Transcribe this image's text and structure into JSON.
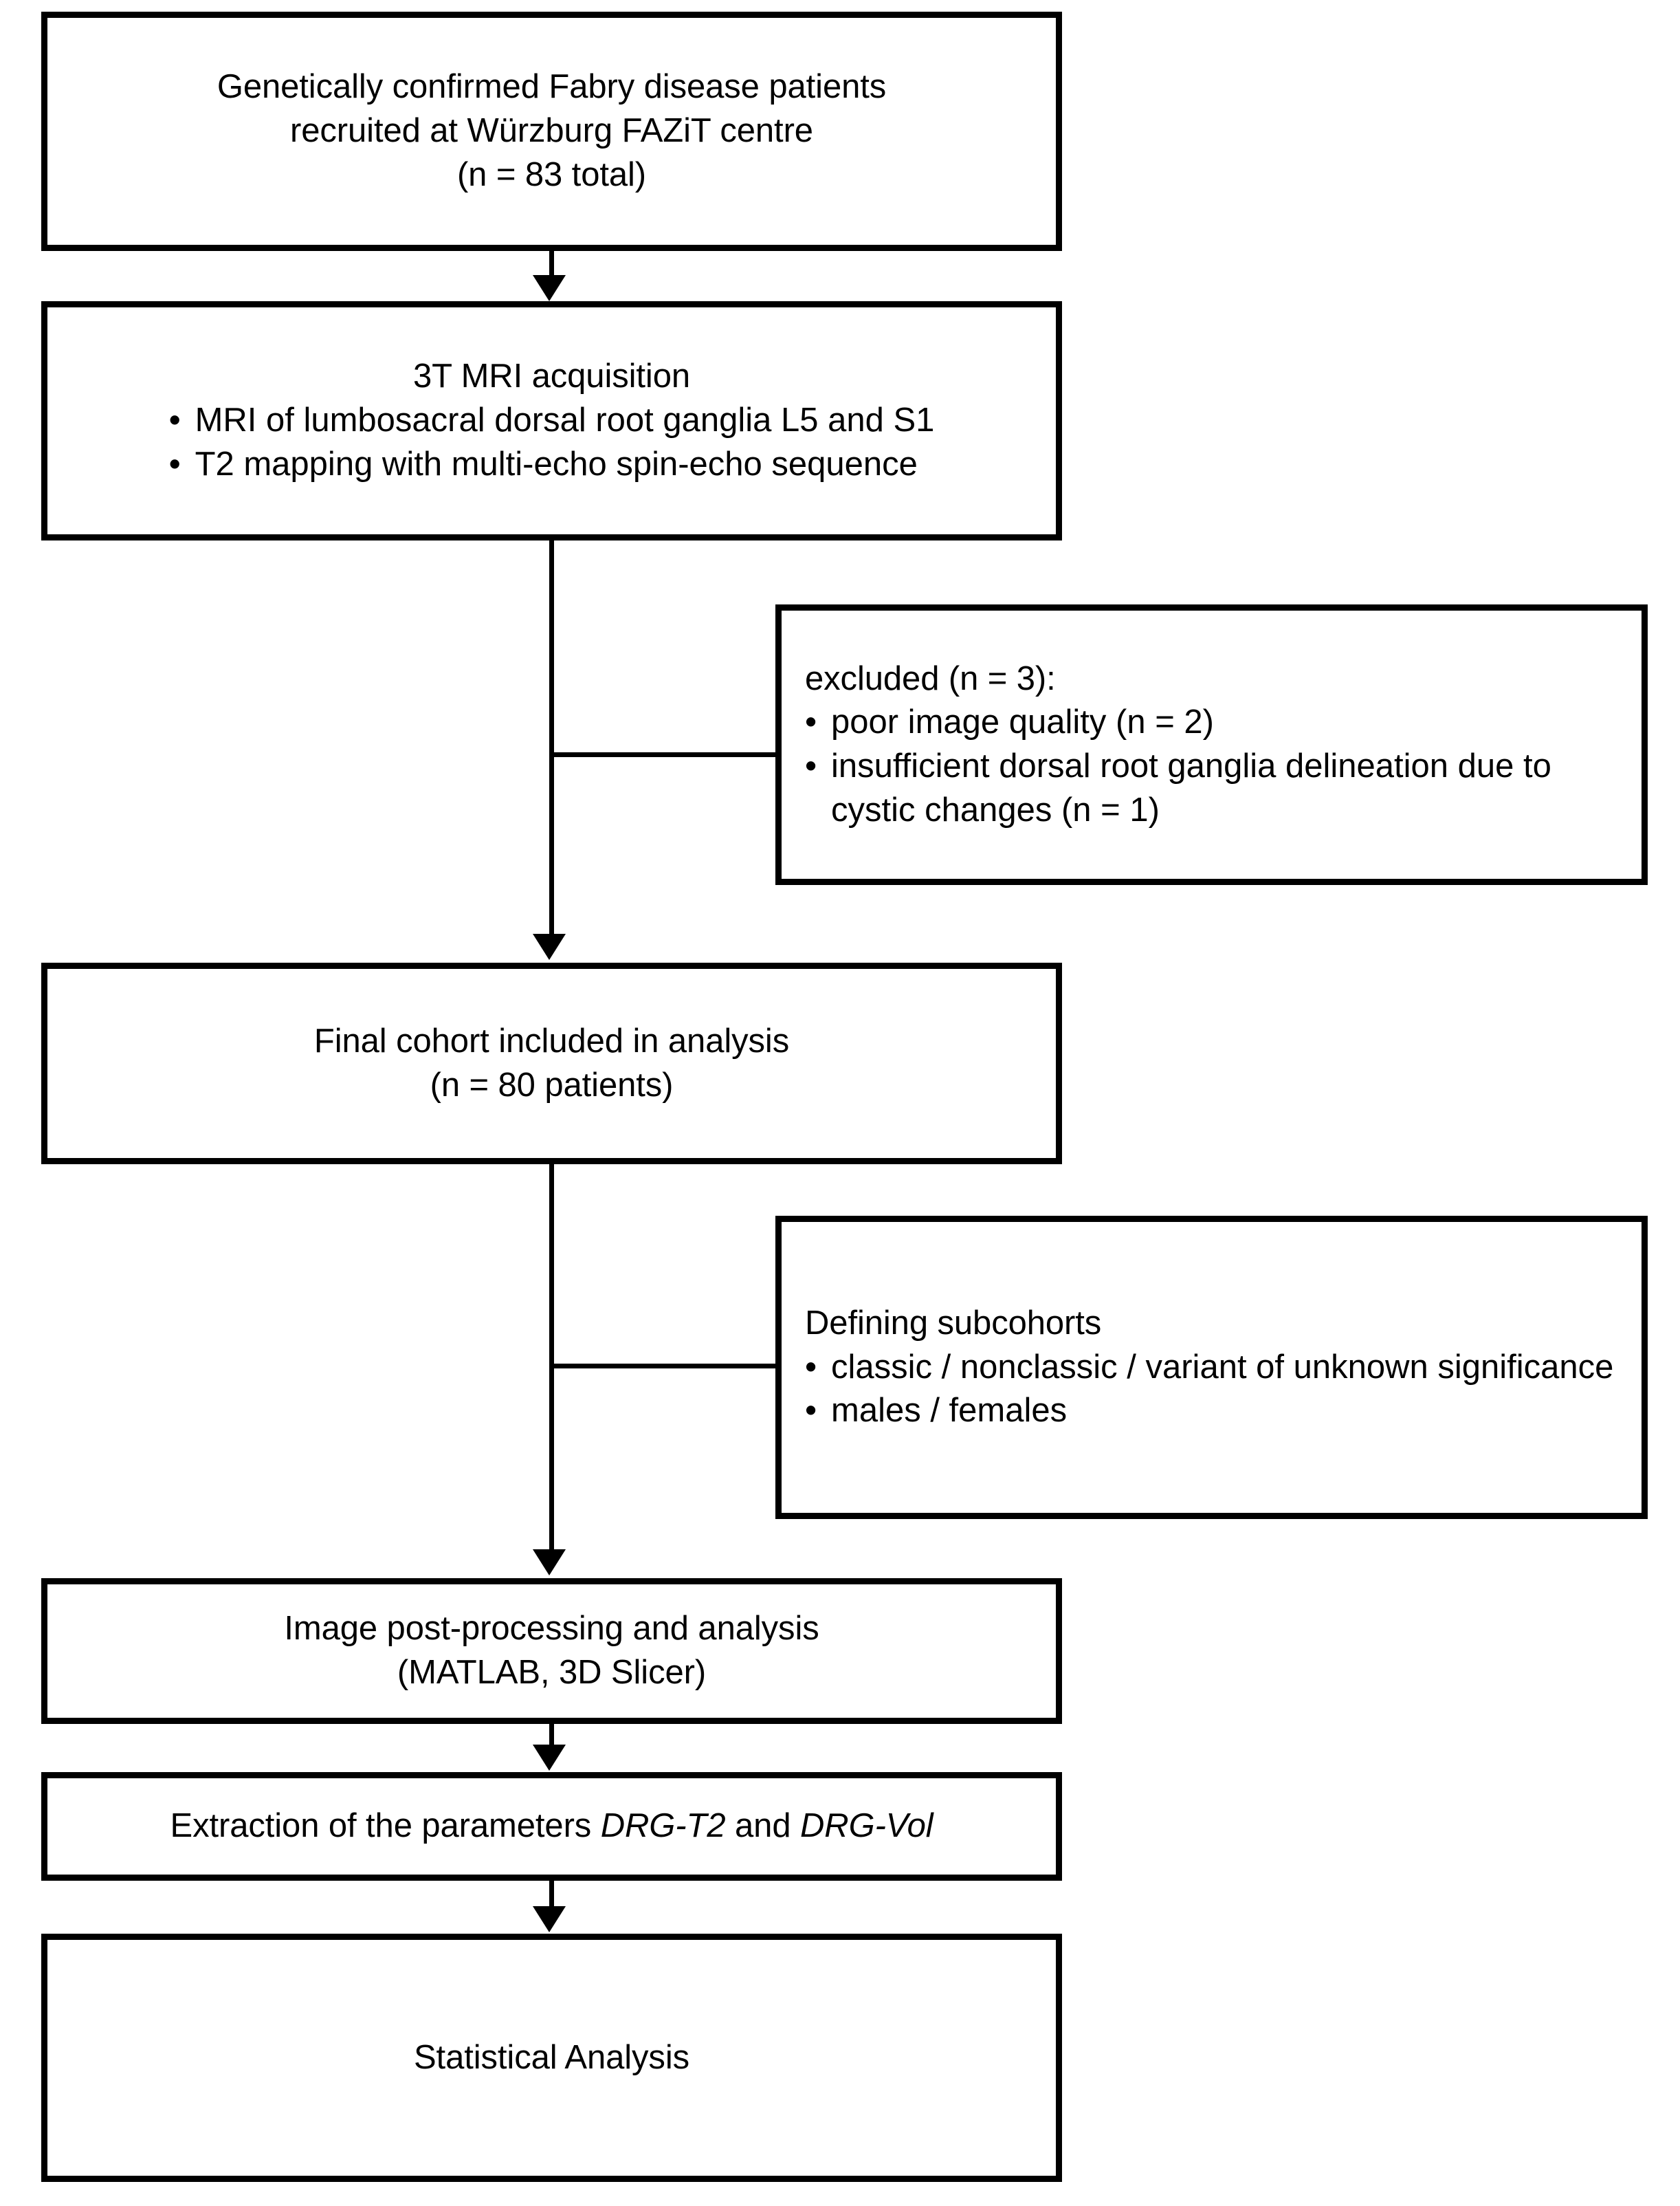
{
  "diagram": {
    "title": "Study flowchart",
    "accent_color": "#000000",
    "background_color": "#ffffff"
  },
  "nodes": {
    "recruitment": {
      "lines": [
        "Genetically confirmed Fabry disease patients",
        "recruited at Würzburg FAZiT centre",
        "(n = 83 total)"
      ]
    },
    "mri": {
      "heading": "3T MRI acquisition",
      "bullets": [
        "MRI of lumbosacral dorsal root ganglia L5 and S1",
        "T2 mapping with multi-echo spin-echo sequence"
      ]
    },
    "excluded": {
      "heading": "excluded (n = 3):",
      "bullets": [
        "poor image quality (n = 2)",
        "insufficient dorsal root ganglia delineation due to cystic changes (n = 1)"
      ]
    },
    "cohort": {
      "lines": [
        "Final cohort included in analysis",
        "(n = 80 patients)"
      ]
    },
    "subcohorts": {
      "heading": "Defining subcohorts",
      "bullets": [
        "classic / nonclassic / variant of unknown significance",
        "males / females"
      ]
    },
    "postproc": {
      "lines": [
        "Image post-processing and analysis",
        "(MATLAB, 3D Slicer)"
      ]
    },
    "extraction": {
      "prefix": "Extraction of the parameters ",
      "param_one": "DRG-T2",
      "conjunction": " and ",
      "param_two": "DRG-Vol"
    },
    "statistics": {
      "lines": [
        "Statistical Analysis"
      ]
    }
  },
  "connectors": [
    {
      "name": "recruitment-to-mri",
      "kind": "arrow-down"
    },
    {
      "name": "mri-to-cohort",
      "kind": "arrow-down-with-right-branch"
    },
    {
      "name": "mri-to-excluded",
      "kind": "branch-right"
    },
    {
      "name": "cohort-to-postprocessing",
      "kind": "arrow-down-with-right-branch"
    },
    {
      "name": "cohort-to-subcohorts",
      "kind": "branch-right"
    },
    {
      "name": "postprocessing-to-extraction",
      "kind": "arrow-down"
    },
    {
      "name": "extraction-to-statistics",
      "kind": "arrow-down"
    }
  ]
}
